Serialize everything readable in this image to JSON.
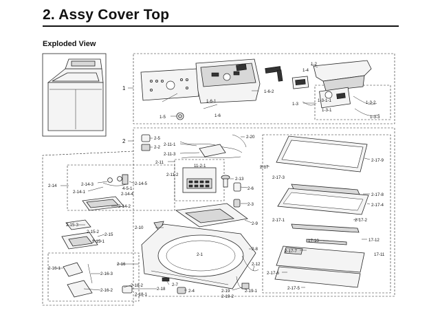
{
  "header": {
    "title": "2.  Assy Cover Top",
    "subtitle": "Exploded View"
  },
  "callouts": {
    "c1": "1",
    "c1_2": "1-2",
    "c1_3": "1-3",
    "c1_3_1": "1-3-1",
    "c1_3_1_1": "1-3-1-1",
    "c1_3_2": "1-3-2",
    "c1_3_3": "1-3-3",
    "c1_4": "1-4",
    "c1_5": "1-5",
    "c1_6": "1-6",
    "c1_6_1": "1-6-1",
    "c1_6_2": "1-6-2",
    "c2": "2",
    "c2_1": "2-1",
    "c2_2": "2-2",
    "c2_3": "2-3",
    "c2_4": "2-4",
    "c2_5": "2-5",
    "c2_6": "2-6",
    "c2_7": "2-7",
    "c2_8": "2-8",
    "c2_9": "2-9",
    "c2_10": "2-10",
    "c2_11": "2-11",
    "c2_11_1": "2-11-1",
    "c2_11_2": "2-11-2",
    "c2_11_2_1": "11-2-1",
    "c2_11_3": "2-11-3",
    "c2_12": "2-12",
    "c2_13": "2-13",
    "c2_14": "2-14",
    "c2_14_1": "2-14-1",
    "c2_14_2": "2-14-2",
    "c2_14_3": "2-14-3",
    "c2_14_4": "2-14-4",
    "c2_14_5": "2-14-5",
    "c2_14_5_1": "4-5-1",
    "c2_15": "2-15",
    "c2_15_1": "2-15-1",
    "c2_15_2": "2-15-2",
    "c2_15_3": "2-15-3",
    "c2_16": "2-16",
    "c2_16_1": "2-16-1",
    "c2_16_2": "2-16-2",
    "c2_16_3": "2-16-3",
    "c2_17": "2-17",
    "c2_17_1": "2-17-1",
    "c2_17_2": "2-17-2",
    "c2_17_3": "2-17-3",
    "c2_17_4": "2-17-4",
    "c2_17_5": "2-17-5",
    "c2_17_6": "2-17-6",
    "c2_17_7": "2-17-7",
    "c2_17_8": "2-17-8",
    "c2_17_9": "2-17-9",
    "c17_10": "17-10",
    "c17_11": "17-11",
    "c17_12": "17-12",
    "c2_18": "2-18",
    "c2_18_1": "2-18-1",
    "c2_18_2": "2-18-2",
    "c2_19": "2-19",
    "c2_19_1": "2-19-1",
    "c2_19_2": "2-19-2",
    "c2_20": "2-20"
  }
}
